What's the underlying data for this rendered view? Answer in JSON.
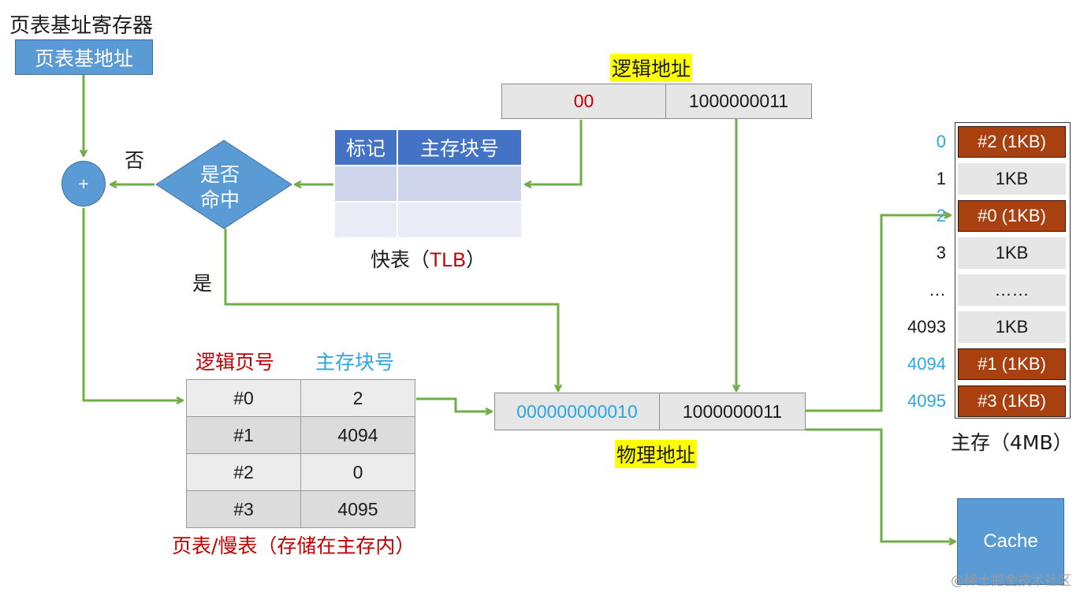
{
  "page_table_base_register": {
    "title": "页表基址寄存器",
    "box_label": "页表基地址"
  },
  "adder": {
    "symbol": "+"
  },
  "decision": {
    "line1": "是否",
    "line2": "命中",
    "no_label": "否",
    "yes_label": "是"
  },
  "logical_address": {
    "title": "逻辑地址",
    "page_bits": "00",
    "offset_bits": "1000000011"
  },
  "tlb": {
    "headers": [
      "标记",
      "主存块号"
    ],
    "caption_prefix": "快表（",
    "caption_highlight": "TLB",
    "caption_suffix": "）"
  },
  "page_table": {
    "header_page": "逻辑页号",
    "header_frame": "主存块号",
    "rows": [
      {
        "page": "#0",
        "frame": "2"
      },
      {
        "page": "#1",
        "frame": "4094"
      },
      {
        "page": "#2",
        "frame": "0"
      },
      {
        "page": "#3",
        "frame": "4095"
      }
    ],
    "caption": "页表/慢表（存储在主存内）"
  },
  "physical_address": {
    "title": "物理地址",
    "frame_bits": "000000000010",
    "offset_bits": "1000000011"
  },
  "main_memory": {
    "caption": "主存（4MB）",
    "blocks": [
      {
        "index": "0",
        "label": "#2 (1KB)",
        "used": true,
        "index_highlight": true
      },
      {
        "index": "1",
        "label": "1KB",
        "used": false,
        "index_highlight": false
      },
      {
        "index": "2",
        "label": "#0 (1KB)",
        "used": true,
        "index_highlight": true
      },
      {
        "index": "3",
        "label": "1KB",
        "used": false,
        "index_highlight": false
      },
      {
        "index": "…",
        "label": "……",
        "used": false,
        "index_highlight": false
      },
      {
        "index": "4093",
        "label": "1KB",
        "used": false,
        "index_highlight": false
      },
      {
        "index": "4094",
        "label": "#1 (1KB)",
        "used": true,
        "index_highlight": true
      },
      {
        "index": "4095",
        "label": "#3 (1KB)",
        "used": true,
        "index_highlight": true
      }
    ]
  },
  "cache": {
    "label": "Cache"
  },
  "watermark": "@稀土掘金技术社区",
  "colors": {
    "arrow_green": "#70ad47",
    "box_blue": "#5b9bd5",
    "tlb_header": "#4472c4",
    "used_block": "#a9400f",
    "red_text": "#c00000",
    "cyan_text": "#2ea6dd",
    "highlight_yellow": "#ffff00"
  }
}
